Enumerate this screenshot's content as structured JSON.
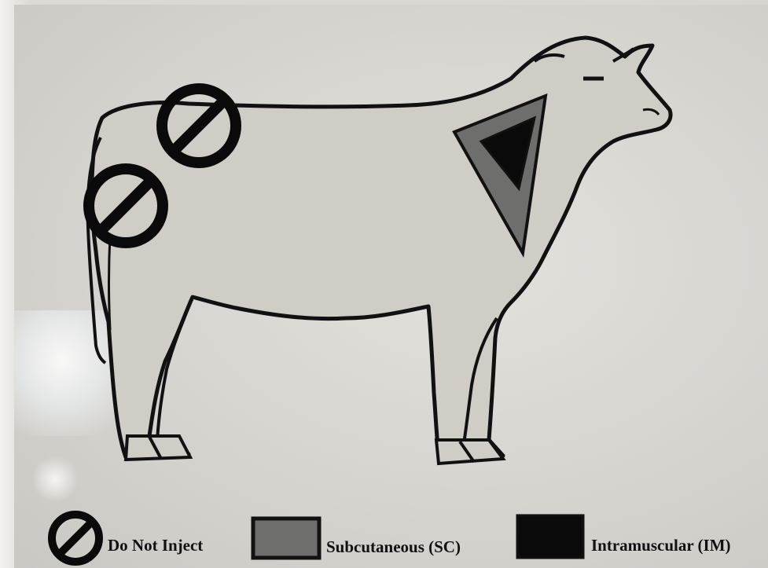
{
  "legend": {
    "do_not_inject": "Do Not Inject",
    "subcutaneous": "Subcutaneous (SC)",
    "intramuscular": "Intramuscular (IM)"
  },
  "colors": {
    "outline": "#111111",
    "body_fill": "#cfcdc6",
    "subcutaneous_fill": "#6e6e6c",
    "intramuscular_fill": "#0a0a0a"
  },
  "icons": {
    "do_not_inject": "prohibition-icon"
  }
}
